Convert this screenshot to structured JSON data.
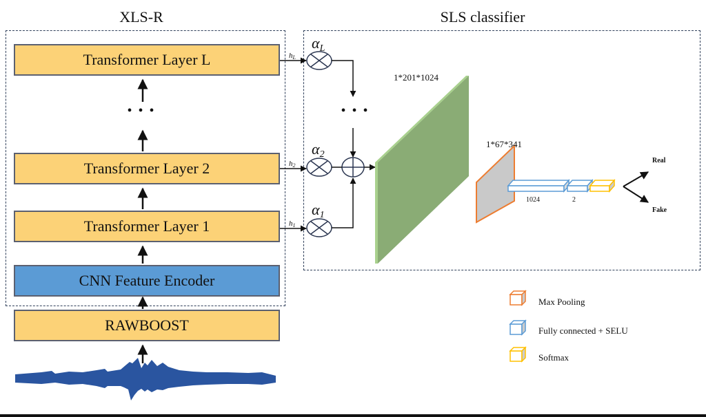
{
  "xlsr": {
    "title": "XLS-R",
    "layers": [
      {
        "label": "Transformer Layer L",
        "hidden": "h_L",
        "weight": "α_L"
      },
      {
        "label": "Transformer Layer 2",
        "hidden": "h_2",
        "weight": "α_2"
      },
      {
        "label": "Transformer Layer 1",
        "hidden": "h_1",
        "weight": "α_1"
      }
    ],
    "ellipsis": "• • •",
    "cnn_label": "CNN Feature Encoder"
  },
  "rawboost_label": "RAWBOOST",
  "sls": {
    "title": "SLS classifier",
    "ellipsis": "• • •",
    "feature_dim": "1*201*1024",
    "pool_dim": "1*67*341",
    "fc1_dim": "1024",
    "fc2_dim": "2",
    "outputs": [
      "Real",
      "Fake"
    ]
  },
  "legend": {
    "items": [
      {
        "label": "Max Pooling",
        "color": "#ed7d31"
      },
      {
        "label": "Fully connected + SELU",
        "color": "#5b9bd5"
      },
      {
        "label": "Softmax",
        "color": "#ffc000"
      }
    ]
  },
  "colors": {
    "transformer": "#fcd277",
    "cnn": "#5b9bd5",
    "feature_map": "#8fb47a",
    "waveform": "#2a55a0"
  }
}
